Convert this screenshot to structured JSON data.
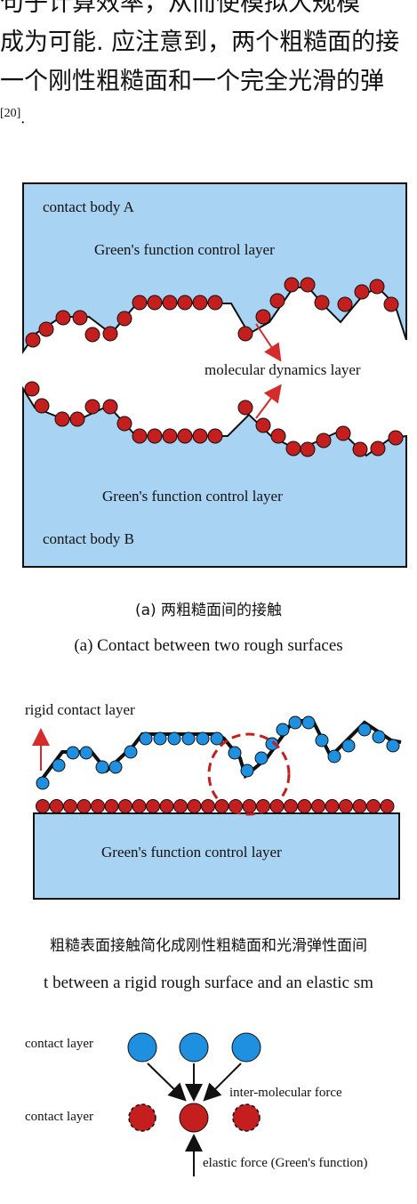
{
  "top_lines": [
    "句子计算效率，从而使模拟大规模",
    "成为可能. 应注意到，两个粗糙面的接",
    "一个刚性粗糙面和一个完全光滑的弹"
  ],
  "ref": {
    "mark": "[20]",
    "tail": "."
  },
  "figure_a": {
    "label_body_a": "contact body A",
    "label_gf_top": "Green's function control layer",
    "label_md": "molecular dynamics layer",
    "label_gf_bottom": "Green's function control layer",
    "label_body_b": "contact body B",
    "caption_cn": "(a) 两粗糙面间的接触",
    "caption_en": "(a) Contact between two rough surfaces"
  },
  "figure_b": {
    "label_rigid": "rigid contact layer",
    "label_gf": "Green's function control layer",
    "caption_cn": "粗糙表面接触简化成刚性粗糙面和光滑弹性面间",
    "caption_en": "t between a rigid rough surface and an elastic sm"
  },
  "figure_c": {
    "label_contact_top": "contact layer",
    "label_contact_bottom": "contact layer",
    "label_inter": "inter-molecular force",
    "label_elastic": "elastic force (Green's function)"
  },
  "colors": {
    "blue_region": "#a9d3f2",
    "red_atom": "#c41e1e",
    "blue_atom": "#1f8fe0",
    "arrow_red": "#d62b2b",
    "dark": "#111111"
  }
}
